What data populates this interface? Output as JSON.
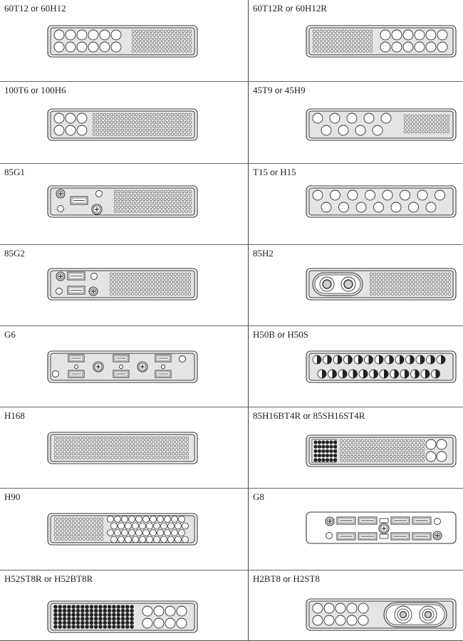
{
  "cells": [
    {
      "id": "60T12",
      "label": [
        "60T12",
        " or ",
        "60H12"
      ]
    },
    {
      "id": "60T12R",
      "label": [
        "60T12R",
        " or ",
        "60H12R"
      ]
    },
    {
      "id": "100T6",
      "label": [
        "100T6",
        " or ",
        "100H6"
      ]
    },
    {
      "id": "45T9",
      "label": [
        "45T9",
        " or ",
        "45H9"
      ]
    },
    {
      "id": "85G1",
      "label": [
        "85G1",
        "",
        ""
      ]
    },
    {
      "id": "T15",
      "label": [
        "T15",
        " or ",
        "H15"
      ]
    },
    {
      "id": "85G2",
      "label": [
        "85G2",
        "",
        ""
      ]
    },
    {
      "id": "85H2",
      "label": [
        "85H2",
        "",
        ""
      ]
    },
    {
      "id": "G6",
      "label": [
        "G6",
        "",
        ""
      ]
    },
    {
      "id": "H50B",
      "label": [
        "H50B",
        " or ",
        "H50S"
      ]
    },
    {
      "id": "H168",
      "label": [
        "H168",
        "",
        ""
      ]
    },
    {
      "id": "85H16BT4R",
      "label": [
        "85H16BT4R",
        " or ",
        "85SH16ST4R"
      ]
    },
    {
      "id": "H90",
      "label": [
        "H90",
        "",
        ""
      ]
    },
    {
      "id": "G8",
      "label": [
        "G8",
        "",
        ""
      ]
    },
    {
      "id": "H52ST8R",
      "label": [
        "H52ST8R",
        " or ",
        "H52BT8R"
      ]
    },
    {
      "id": "H2BT8",
      "label": [
        "H2BT8",
        " or ",
        "H2ST8"
      ]
    }
  ]
}
